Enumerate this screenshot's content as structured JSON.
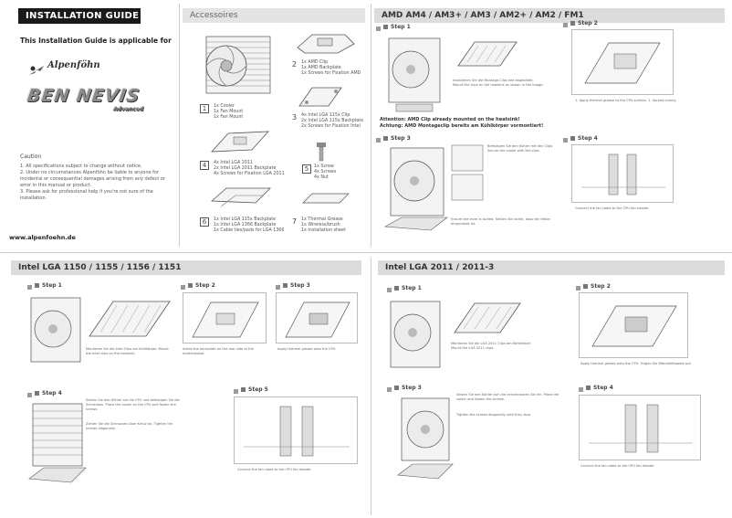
{
  "header": {
    "title": "INSTALLATION GUIDE",
    "applicable": "This Installation Guide is applicable for"
  },
  "brand": {
    "script": "Alpenföhn",
    "name": "BEN NEVIS",
    "sub": "Advanced"
  },
  "caution": {
    "title": "Caution",
    "items": [
      "1. All specifications subject to change without notice.",
      "2. Under no circumstances Alpenföhn be liable to anyone for incidental or consequential damages arising from any defect or error in this manual or product.",
      "3. Please ask for professional help if you're not sure of the installation."
    ]
  },
  "website": "www.alpenfoehn.de",
  "accessories": {
    "heading": "Accessoires",
    "items": [
      {
        "num": "1",
        "lines": [
          "1x Cooler",
          "1x Fan Mount",
          "1x Fan Mount"
        ]
      },
      {
        "num": "2",
        "lines": [
          "1x AMD Clip",
          "1x AMD Backplate",
          "1x Screws for Fixation AMD"
        ]
      },
      {
        "num": "3",
        "lines": [
          "4x Intel LGA 115x Clip",
          "2x Intel LGA 115x Backplate",
          "2x Screws for Fixation Intel"
        ]
      },
      {
        "num": "4",
        "lines": [
          "4x Intel LGA 2011",
          "2x Intel LGA 2011 Backplate",
          "4x Screws for Fixation LGA 2011"
        ]
      },
      {
        "num": "5",
        "lines": [
          "1x Screw",
          "4x Screws",
          "4x Nut"
        ]
      },
      {
        "num": "6",
        "lines": [
          "1x Intel LGA 115x Backplate",
          "1x Intel LGA 1366 Backplate",
          "1x Cable ties/pads for LGA 1366"
        ]
      },
      {
        "num": "7",
        "lines": [
          "1x Thermal Grease",
          "1x Wireless/brush",
          "1x Installation sheet"
        ]
      }
    ]
  },
  "amd": {
    "heading": "AMD AM4 / AM3+ / AM3 / AM2+ / AM2 / FM1",
    "step1": "Step 1",
    "step2": "Step 2",
    "step3": "Step 3",
    "step4": "Step 4",
    "warning": "Attention: AMD Clip already mounted on the heatsink! Achtung: AMD Montageclip bereits am Kühlkörper vormontiert!"
  },
  "intel115x": {
    "heading": "Intel LGA 1150 / 1155 / 1156 / 1151",
    "step1": "Step 1",
    "step2": "Step 2",
    "step3": "Step 3",
    "step4": "Step 4",
    "step5": "Step 5"
  },
  "intel2011": {
    "heading": "Intel LGA 2011 / 2011-3",
    "step1": "Step 1",
    "step2": "Step 2",
    "step3": "Step 3",
    "step4": "Step 4"
  }
}
